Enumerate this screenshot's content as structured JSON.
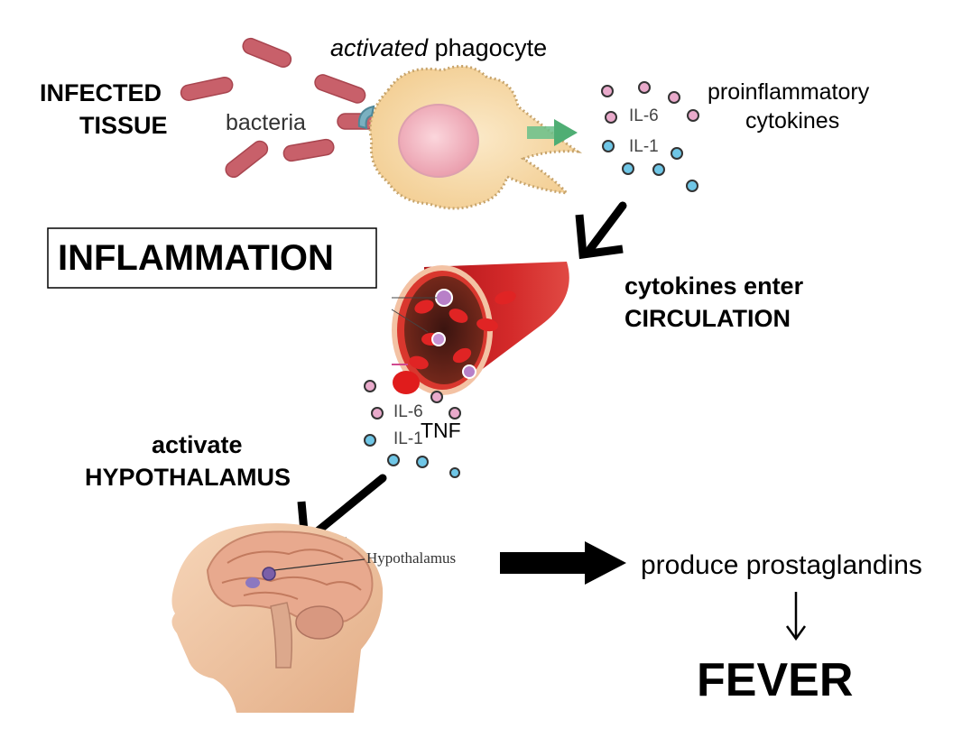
{
  "labels": {
    "infected_tissue_line1": "INFECTED",
    "infected_tissue_line2": "TISSUE",
    "activated_word": "activated",
    "phagocyte_word": " phagocyte",
    "bacteria": "bacteria",
    "proinflammatory_line1": "proinflammatory",
    "proinflammatory_line2": "cytokines",
    "il6_top": "IL-6",
    "il1_top": "IL-1",
    "inflammation": "INFLAMMATION",
    "enter_line1": "cytokines enter",
    "enter_line2": "CIRCULATION",
    "il6_mid": "IL-6",
    "il1_mid": "IL-1",
    "tnf": "TNF",
    "activate_line1": "activate",
    "activate_line2": "HYPOTHALAMUS",
    "hypothalamus_label": "Hypothalamus",
    "prostaglandins": "produce prostaglandins",
    "fever": "FEVER"
  },
  "colors": {
    "bacteria_fill": "#c8606a",
    "phagocyte_fill": "#f6dcaa",
    "nucleus_fill": "#f2b2be",
    "cytokine_pink": "#e9aacb",
    "cytokine_blue": "#6fc6e6",
    "green_arrow": "#69c08a",
    "vessel_red": "#c01a1a",
    "skin": "#f0c6a4",
    "brain": "#e8a98e"
  }
}
